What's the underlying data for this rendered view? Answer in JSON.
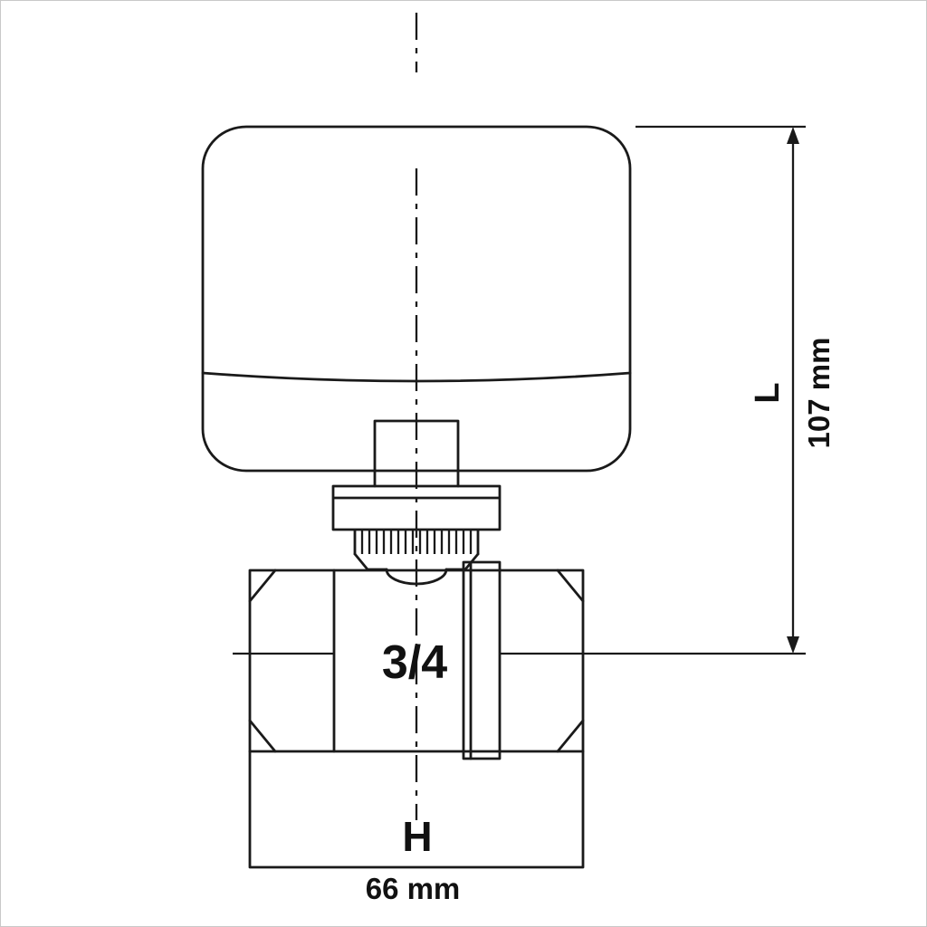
{
  "drawing": {
    "colors": {
      "line": "#1a1a1a",
      "background": "#ffffff"
    },
    "labels": {
      "port_size": "3/4",
      "height_symbol": "H",
      "height_value": "66 mm",
      "length_symbol": "L",
      "length_value": "107 mm"
    }
  }
}
